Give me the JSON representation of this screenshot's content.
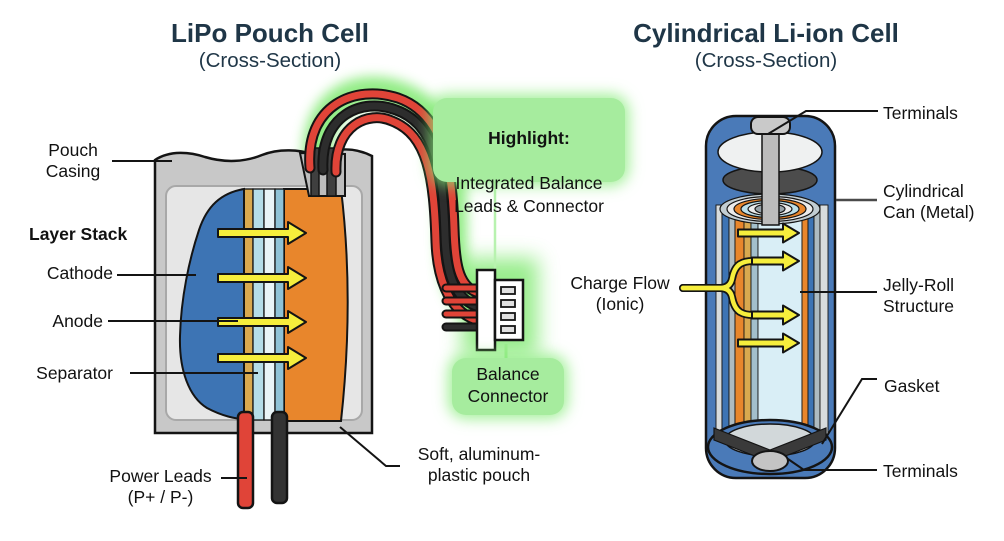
{
  "left_panel": {
    "title": "LiPo Pouch Cell",
    "subtitle": "(Cross-Section)",
    "labels": {
      "pouch_casing": "Pouch\nCasing",
      "layer_stack": "Layer Stack",
      "cathode": "Cathode",
      "anode": "Anode",
      "separator": "Separator",
      "power_leads": "Power Leads\n(P+ / P-)",
      "soft_pouch": "Soft, aluminum-\nplastic pouch"
    }
  },
  "callouts": {
    "highlight_title": "Highlight:",
    "highlight_body": "Integrated Balance\nLeads & Connector",
    "balance_connector": "Balance\nConnector"
  },
  "right_panel": {
    "title": "Cylindrical Li-ion Cell",
    "subtitle": "(Cross-Section)",
    "labels": {
      "terminals_top": "Terminals",
      "cylindrical_can": "Cylindrical\nCan (Metal)",
      "charge_flow": "Charge Flow\n(Ionic)",
      "jelly_roll": "Jelly-Roll\nStructure",
      "gasket": "Gasket",
      "terminals_bottom": "Terminals"
    }
  },
  "colors": {
    "title_navy": "#1f3647",
    "highlight_green": "#a6ec9e",
    "glow_green": "#7fe96f",
    "cathode_blue": "#3d74b4",
    "anode_orange": "#e8862c",
    "separator_lightblue": "#b5dde8",
    "gold_layer": "#d9a94f",
    "arrow_yellow": "#f6ee3c",
    "wire_red": "#e04438",
    "can_blue": "#4a7ab8",
    "casing_gray": "#c8c8c8"
  }
}
